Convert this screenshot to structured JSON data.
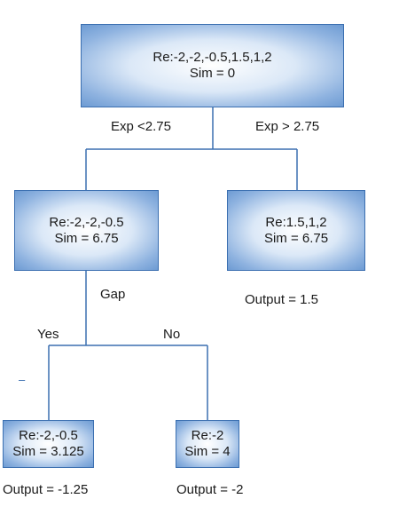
{
  "root": {
    "re": "Re:-2,-2,-0.5,1.5,1,2",
    "sim": "Sim = 0"
  },
  "split1": {
    "left_label": "Exp <2.75",
    "right_label": "Exp > 2.75"
  },
  "left_node": {
    "re": "Re:-2,-2,-0.5",
    "sim": "Sim = 6.75",
    "split_label": "Gap"
  },
  "right_node": {
    "re": "Re:1.5,1,2",
    "sim": "Sim = 6.75",
    "output": "Output = 1.5"
  },
  "split2": {
    "yes_label": "Yes",
    "no_label": "No",
    "mark": "–"
  },
  "leaf_yes": {
    "re": "Re:-2,-0.5",
    "sim": "Sim = 3.125",
    "output": "Output = -1.25"
  },
  "leaf_no": {
    "re": "Re:-2",
    "sim": "Sim = 4",
    "output": "Output = -2"
  },
  "colors": {
    "border": "#3b6fb0",
    "line": "#3b6fb0",
    "fill_center": "#ffffff",
    "fill_edge": "#6d9bd3"
  }
}
